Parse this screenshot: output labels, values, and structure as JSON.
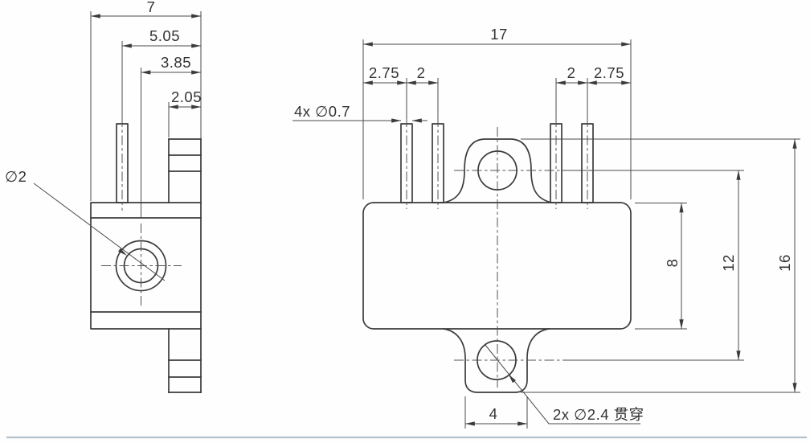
{
  "left_view": {
    "dim_overall_width": "7",
    "dim_pin_center_offset": "5.05",
    "dim_hole_center_offset": "3.85",
    "dim_tab_width": "2.05",
    "label_hole_diameter": "∅2"
  },
  "front_view": {
    "dim_overall_width": "17",
    "dim_pin_edge_offset_left": "2.75",
    "dim_pin_pitch_left": "2",
    "dim_pin_pitch_right": "2",
    "dim_pin_edge_offset_right": "2.75",
    "label_pin_holes": "4x ∅0.7",
    "dim_body_height": "8",
    "dim_hole_span": "12",
    "dim_overall_height": "16",
    "dim_bottom_tab_width": "4",
    "label_mounting_holes": "2x ∅2.4 贯穿"
  }
}
